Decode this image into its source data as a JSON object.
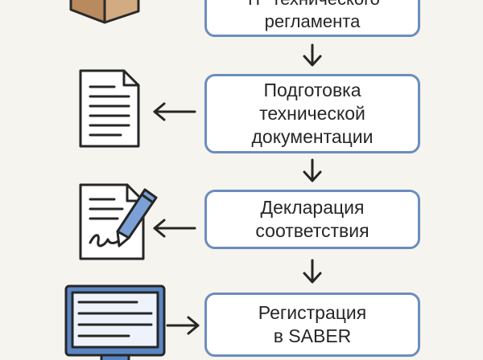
{
  "steps": [
    {
      "id": "tech-reglament",
      "label": "ТР технического\nрегламента"
    },
    {
      "id": "tech-docs",
      "label": "Подготовка\nтехнической\nдокументации"
    },
    {
      "id": "declaration",
      "label": "Декларация\nсоответствия"
    },
    {
      "id": "saber",
      "label": "Регистрация\nв SABER"
    }
  ],
  "icons": [
    "box-icon",
    "document-icon",
    "signed-document-icon",
    "monitor-icon"
  ],
  "colors": {
    "background": "#f6f4ef",
    "box_border": "#6b8dbd",
    "text": "#262626",
    "box_icon": "#c9a27a",
    "monitor_screen": "#5b86c4"
  }
}
